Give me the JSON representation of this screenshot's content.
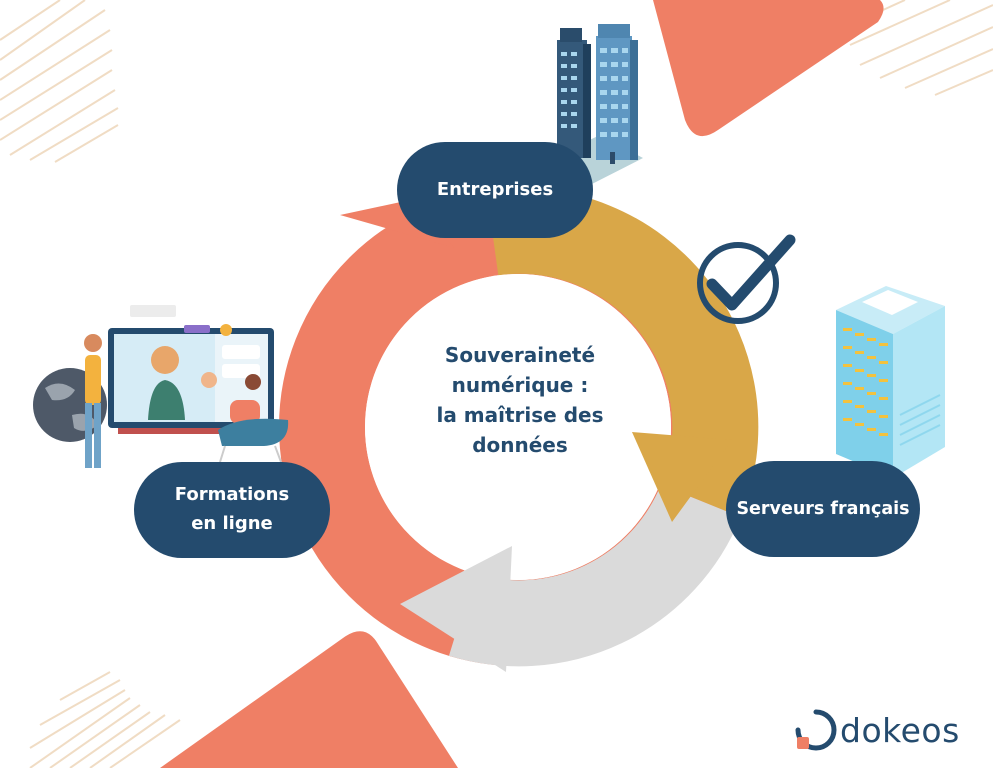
{
  "diagram": {
    "center_lines": [
      "Souveraineté",
      "numérique :",
      "la maîtrise des",
      "données"
    ],
    "nodes": {
      "entreprises": "Entreprises",
      "serveurs": "Serveurs français",
      "formations_line1": "Formations",
      "formations_line2": "en ligne"
    }
  },
  "brand": {
    "name": "dokeos"
  },
  "colors": {
    "navy": "#244b6e",
    "coral": "#ef7f65",
    "gold": "#d9a748",
    "grey": "#dadada",
    "server_blue": "#7fd0ea"
  },
  "icons": [
    "office-buildings-icon",
    "checkmark-icon",
    "server-icon",
    "online-training-icon",
    "logo-icon"
  ]
}
